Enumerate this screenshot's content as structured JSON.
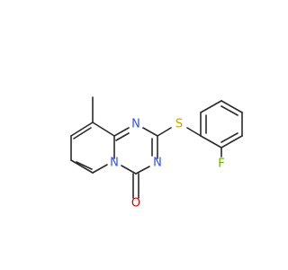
{
  "molecule": {
    "atoms": {
      "n_top": "N",
      "n_right": "N",
      "n_bridge": "N",
      "sulfur": "S",
      "fluorine": "F",
      "oxygen": "O"
    }
  },
  "colors": {
    "bond": "#2a2a2a",
    "nitrogen": "#3050f8",
    "sulfur": "#c8a000",
    "fluorine": "#67b000",
    "oxygen": "#e00000"
  }
}
